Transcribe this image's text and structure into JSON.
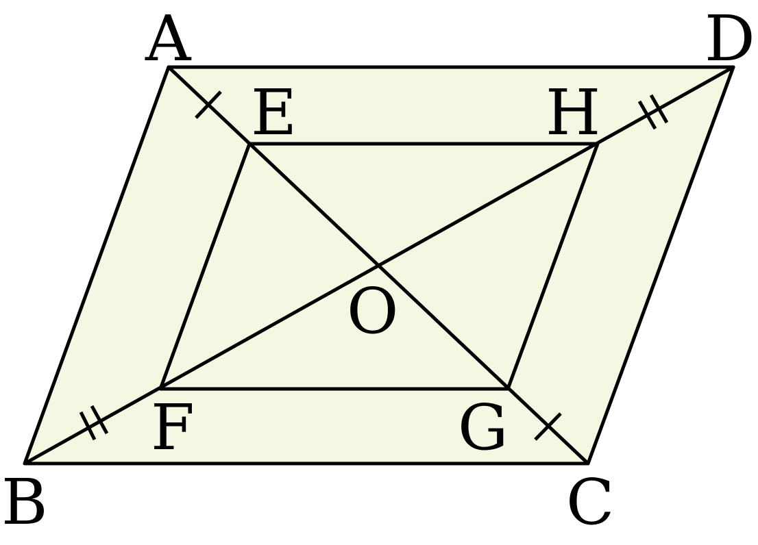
{
  "figure": {
    "fill_color": "#f4f7e2",
    "stroke_color": "#000000",
    "labels": {
      "A": "A",
      "B": "B",
      "C": "C",
      "D": "D",
      "E": "E",
      "F": "F",
      "G": "G",
      "H": "H",
      "O": "O"
    }
  }
}
